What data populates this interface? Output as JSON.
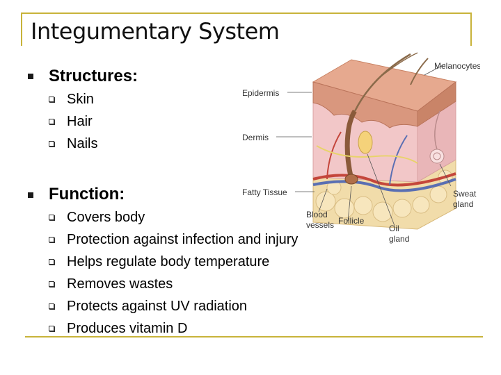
{
  "slide": {
    "title": "Integumentary System",
    "sections": [
      {
        "heading": "Structures:",
        "items": [
          "Skin",
          "Hair",
          "Nails"
        ]
      },
      {
        "heading": "Function:",
        "items": [
          "Covers body",
          "Protection against infection and injury",
          "Helps regulate body temperature",
          "Removes wastes",
          "Protects against UV radiation",
          "Produces vitamin D"
        ]
      }
    ]
  },
  "diagram": {
    "labels": {
      "melanocytes": "Melanocytes",
      "epidermis": "Epidermis",
      "dermis": "Dermis",
      "fatty_tissue": "Fatty Tissue",
      "blood_vessels_1": "Blood",
      "blood_vessels_2": "vessels",
      "follicle": "Follicle",
      "oil_gland_1": "Oil",
      "oil_gland_2": "gland",
      "sweat_gland_1": "Sweat",
      "sweat_gland_2": "gland"
    },
    "colors": {
      "epidermis": "#d9977e",
      "dermis": "#f2c7c8",
      "fat": "#f1dcaa",
      "artery": "#c4463b",
      "vein": "#5a6fb3",
      "accent_rule": "#c8b33a"
    }
  }
}
